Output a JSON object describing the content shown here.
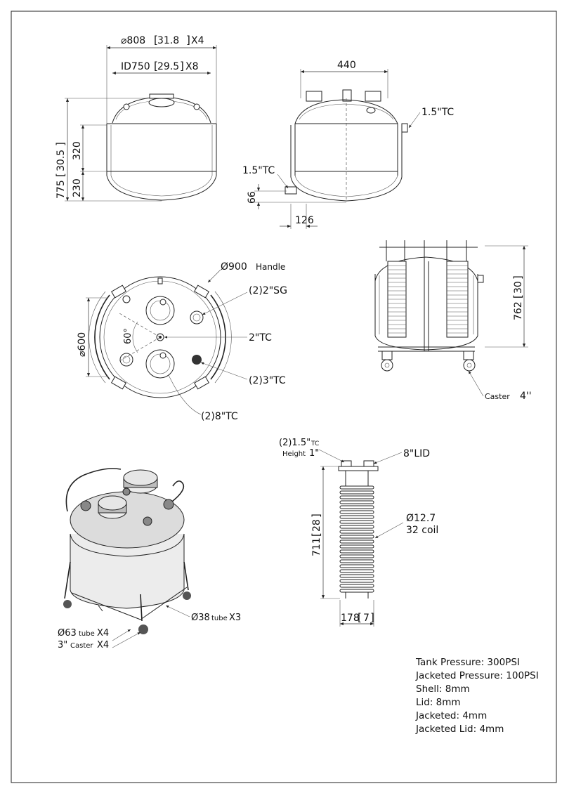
{
  "front_view": {
    "dim_outer_dia": "⌀808",
    "dim_outer_dia_in": "31.8",
    "dim_outer_qty": "X4",
    "dim_inner_dia": "ID750",
    "dim_inner_dia_in": "29.5",
    "dim_inner_qty": "X8",
    "dim_height": "775",
    "dim_height_in": "30.5",
    "dim_shell": "320",
    "dim_bottom": "230"
  },
  "side_view": {
    "dim_width": "440",
    "port_side": "1.5\"TC",
    "port_bottom": "1.5\"TC",
    "dim_bottom_height": "66",
    "dim_bottom_offset": "126"
  },
  "top_view": {
    "handle_label": "Ø900",
    "handle_word": "Handle",
    "sight_glass": "(2)2\"SG",
    "center_port": "2\"TC",
    "small_ports": "(2)3\"TC",
    "large_ports": "(2)8\"TC",
    "diameter": "⌀600",
    "angle": "60°"
  },
  "section_view": {
    "dim_height": "762",
    "dim_height_in": "30",
    "caster_label": "Caster",
    "caster_size": "4''"
  },
  "iso_view": {
    "tube_63": "Ø63",
    "tube_word": "tube",
    "tube_63_qty": "X4",
    "caster_size": "3\"",
    "caster_word": "Caster",
    "caster_qty": "X4",
    "tube_38": "Ø38",
    "tube_38_qty": "X3"
  },
  "coil_view": {
    "port_qty": "(2)1.5\"",
    "port_tc": "TC",
    "port_height": "Height",
    "port_height_val": "1\"",
    "lid_label": "8\"LID",
    "coil_dia": "Ø12.7",
    "coil_count": "32 coil",
    "dim_height": "711",
    "dim_height_in": "28",
    "dim_width": "178",
    "dim_width_in": "7"
  },
  "specs": [
    "Tank Pressure: 300PSI",
    "Jacketed Pressure: 100PSI",
    "Shell: 8mm",
    "Lid: 8mm",
    "Jacketed: 4mm",
    "Jacketed Lid: 4mm"
  ]
}
